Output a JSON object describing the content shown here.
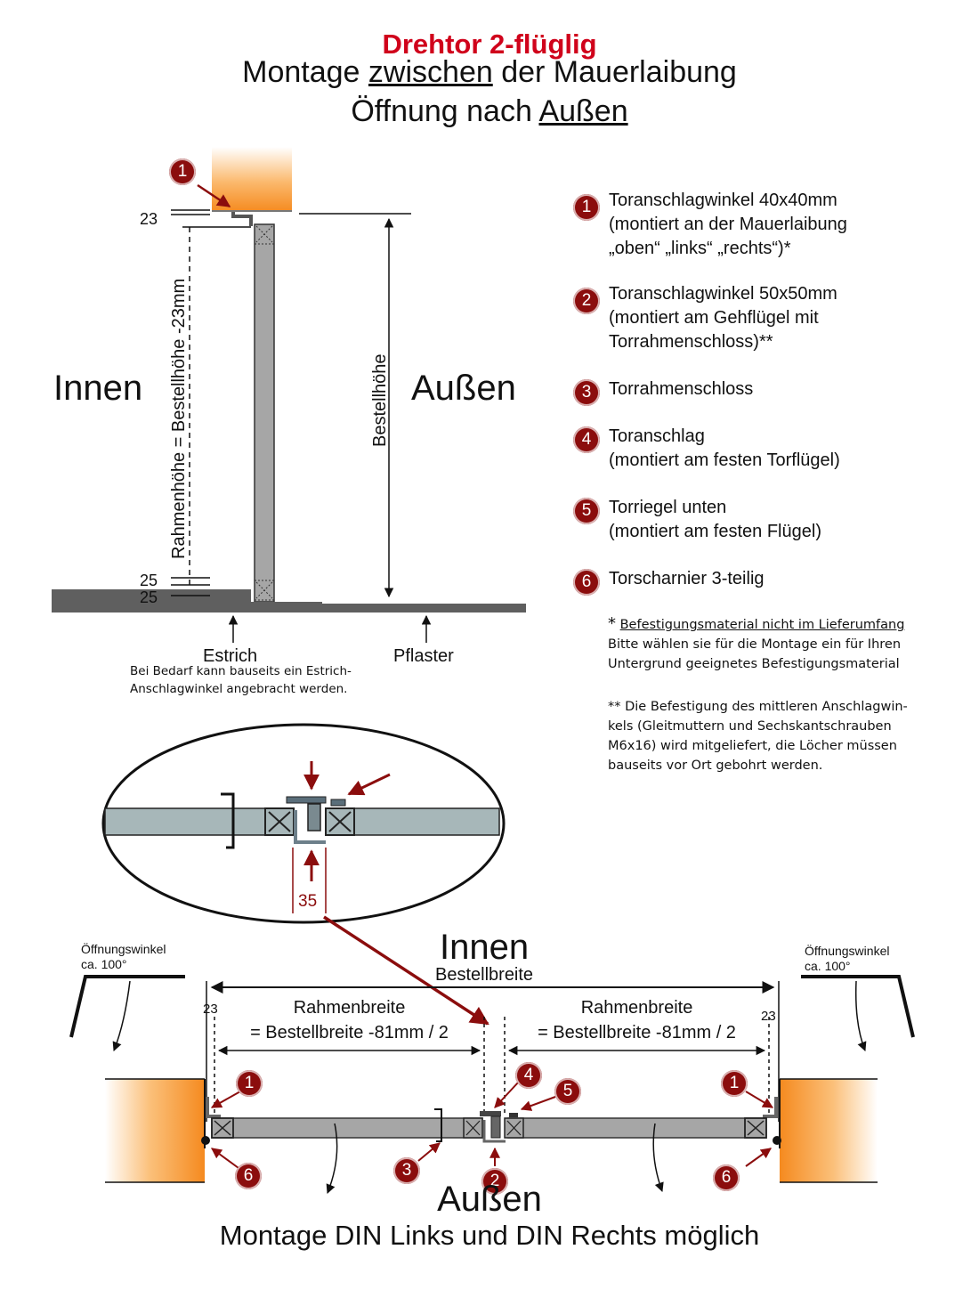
{
  "header": {
    "title": "Drehtor 2-flüglig",
    "line1_pre": "Montage ",
    "line1_u": "zwischen",
    "line1_post": " der Mauerlaibung",
    "line2_pre": "Öffnung nach ",
    "line2_u": "Außen"
  },
  "side_view": {
    "inside": "Innen",
    "outside": "Außen",
    "dim_top": "23",
    "dim_bottom_1": "25",
    "dim_bottom_2": "25",
    "frame_height_label": "Rahmenhöhe = Bestellhöhe -23mm",
    "order_height_label": "Bestellhöhe",
    "screed_label": "Estrich",
    "screed_note_1": "Bei Bedarf kann bauseits ein Estrich-",
    "screed_note_2": "Anschlagwinkel angebracht werden.",
    "paving_label": "Pflaster",
    "badge": "1"
  },
  "legend": [
    {
      "num": "1",
      "lines": [
        "Toranschlagwinkel 40x40mm",
        "(montiert an der Mauerlaibung",
        "„oben“ „links“ „rechts“)*"
      ]
    },
    {
      "num": "2",
      "lines": [
        "Toranschlagwinkel 50x50mm",
        "(montiert am Gehflügel mit",
        "Torrahmenschloss)**"
      ]
    },
    {
      "num": "3",
      "lines": [
        "Torrahmenschloss"
      ]
    },
    {
      "num": "4",
      "lines": [
        "Toranschlag",
        "(montiert am festen Torflügel)"
      ]
    },
    {
      "num": "5",
      "lines": [
        "Torriegel unten",
        "(montiert am festen Flügel)"
      ]
    },
    {
      "num": "6",
      "lines": [
        "Torscharnier 3-teilig"
      ]
    }
  ],
  "notes": {
    "star_mark": "*",
    "star_title": "Befestigungsmaterial nicht im Lieferumfang",
    "star_line1": "Bitte wählen sie für die Montage ein für Ihren",
    "star_line2": "Untergrund geeignetes Befestigungsmaterial",
    "dstar_line1": "** Die Befestigung des mittleren Anschlagwin-",
    "dstar_line2": "kels (Gleitmuttern und Sechskantschrauben",
    "dstar_line3": "M6x16) wird mitgeliefert, die Löcher müssen",
    "dstar_line4": "bauseits vor Ort gebohrt werden."
  },
  "detail": {
    "dimension": "35"
  },
  "plan_view": {
    "inside": "Innen",
    "order_width": "Bestellbreite",
    "left_angle_1": "Öffnungswinkel",
    "left_angle_2": "ca. 100°",
    "right_angle_1": "Öffnungswinkel",
    "right_angle_2": "ca. 100°",
    "dim_left": "23",
    "dim_right": "23",
    "frame_width_left_1": "Rahmenbreite",
    "frame_width_left_2": "= Bestellbreite -81mm / 2",
    "frame_width_right_1": "Rahmenbreite",
    "frame_width_right_2": "= Bestellbreite -81mm / 2",
    "badges": {
      "b1l": "1",
      "b1r": "1",
      "b2": "2",
      "b3": "3",
      "b4": "4",
      "b5": "5",
      "b6l": "6",
      "b6r": "6"
    },
    "outside": "Außen",
    "mounting_note": "Montage DIN Links und DIN Rechts möglich"
  },
  "colors": {
    "title_red": "#d0021b",
    "badge_red": "#8b0d0d",
    "arrow_red": "#8b0d0d",
    "frame_gray": "#a6a6a6",
    "wall_orange": "#f7941d",
    "floor_gray": "#606060"
  }
}
